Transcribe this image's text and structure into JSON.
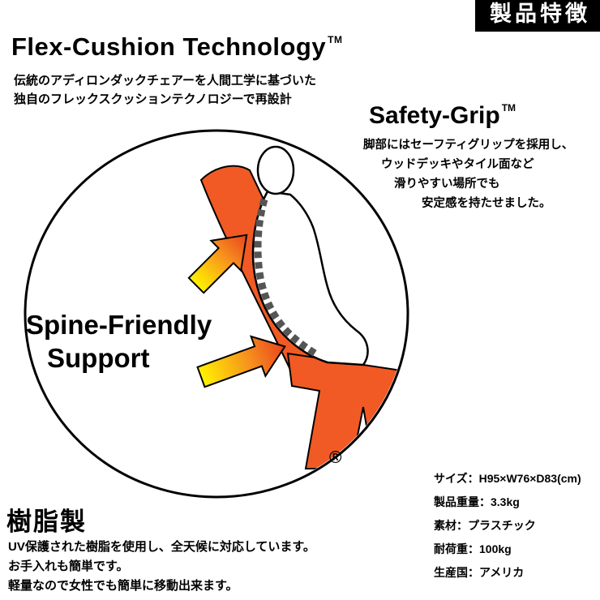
{
  "badge": {
    "label": "製品特徴"
  },
  "flex_cushion": {
    "title": "Flex-Cushion Technology",
    "trademark": "TM",
    "desc_lines": [
      "伝統のアディロンダックチェアーを人間工学に基づいた",
      "独自のフレックスクッションテクノロジーで再設計"
    ]
  },
  "safety_grip": {
    "title": "Safety-Grip",
    "trademark": "TM",
    "desc_lines": [
      "脚部にはセーフティグリップを採用し、",
      "ウッドデッキやタイル面など",
      "滑りやすい場所でも",
      "安定感を持たせました。"
    ]
  },
  "illustration": {
    "label_line1": "Spine-Friendly",
    "label_line2": "Support",
    "registered_mark": "®",
    "colors": {
      "chair_orange": "#F15A24",
      "arrow_yellow": "#FFF200",
      "arrow_mid": "#F7941D",
      "arrow_red": "#E8431F",
      "outline_black": "#000000"
    }
  },
  "resin": {
    "title": "樹脂製",
    "desc_lines": [
      "UV保護された樹脂を使用し、全天候に対応しています。",
      "お手入れも簡単です。",
      "軽量なので女性でも簡単に移動出来ます。"
    ]
  },
  "specs": {
    "items": [
      "サイズ：H95×W76×D83(cm)",
      "製品重量：3.3kg",
      "素材：プラスチック",
      "耐荷重：100kg",
      "生産国：アメリカ"
    ]
  }
}
